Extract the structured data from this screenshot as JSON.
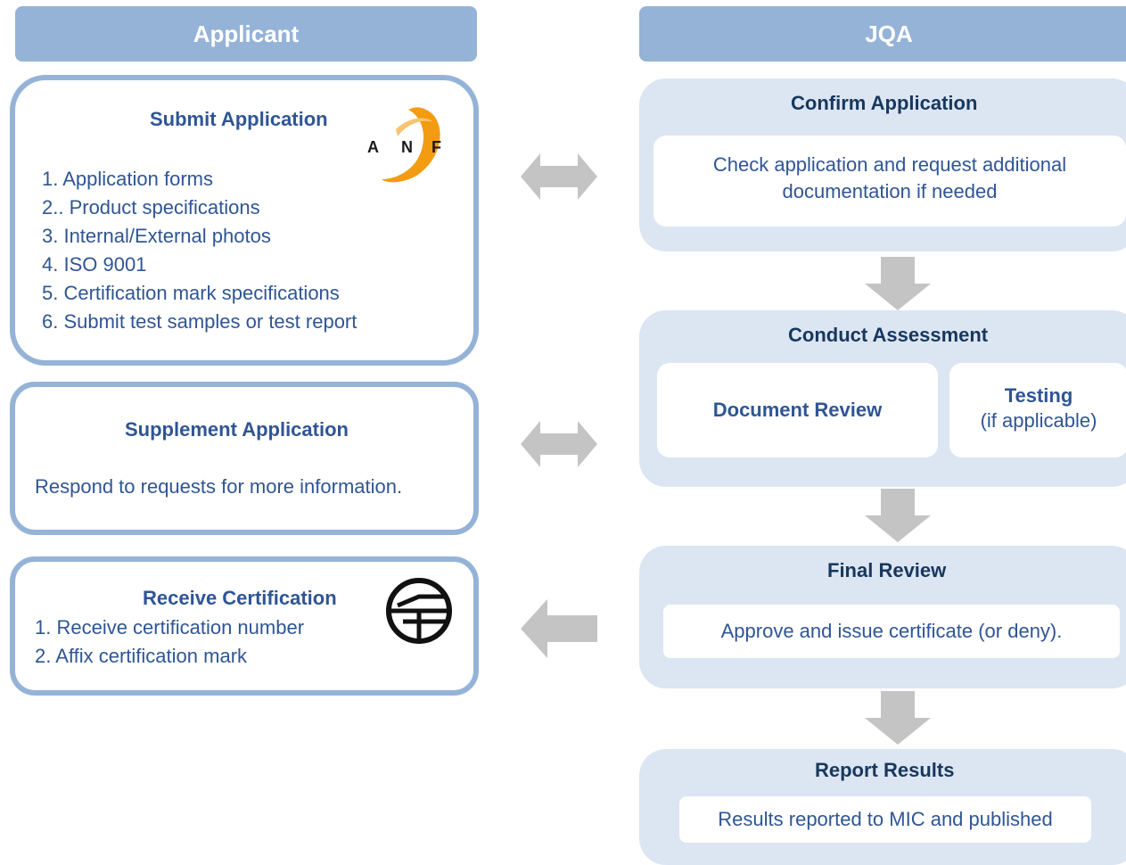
{
  "headers": {
    "applicant": "Applicant",
    "jqa": "JQA"
  },
  "applicant": {
    "submit": {
      "title": "Submit Application",
      "logo_text": [
        "A",
        "N",
        "F"
      ],
      "items": [
        "1. Application forms",
        "2.. Product specifications",
        "3. Internal/External photos",
        "4. ISO 9001",
        "5. Certification mark specifications",
        "6. Submit test samples or test report"
      ]
    },
    "supplement": {
      "title": "Supplement Application",
      "text": "Respond to requests for more information."
    },
    "receive": {
      "title": "Receive Certification",
      "items": [
        "1. Receive certification number",
        "2. Affix certification mark"
      ],
      "mark_icon": "japan-technical-conformity-mark-icon"
    }
  },
  "jqa": {
    "confirm": {
      "title": "Confirm Application",
      "text_line1": "Check application and request additional",
      "text_line2": "documentation if needed"
    },
    "assessment": {
      "title": "Conduct Assessment",
      "document_review": "Document Review",
      "testing": "Testing",
      "testing_note": "(if applicable)"
    },
    "final": {
      "title": "Final Review",
      "text": "Approve and issue certificate (or deny)."
    },
    "report": {
      "title": "Report Results",
      "text": "Results reported to MIC and published"
    }
  },
  "colors": {
    "header_fill": "#95b3d7",
    "jqa_box_fill": "#dce6f2",
    "applicant_text": "#2f5595",
    "jqa_title_text": "#17375e",
    "arrow_fill": "#bfbfbf"
  }
}
